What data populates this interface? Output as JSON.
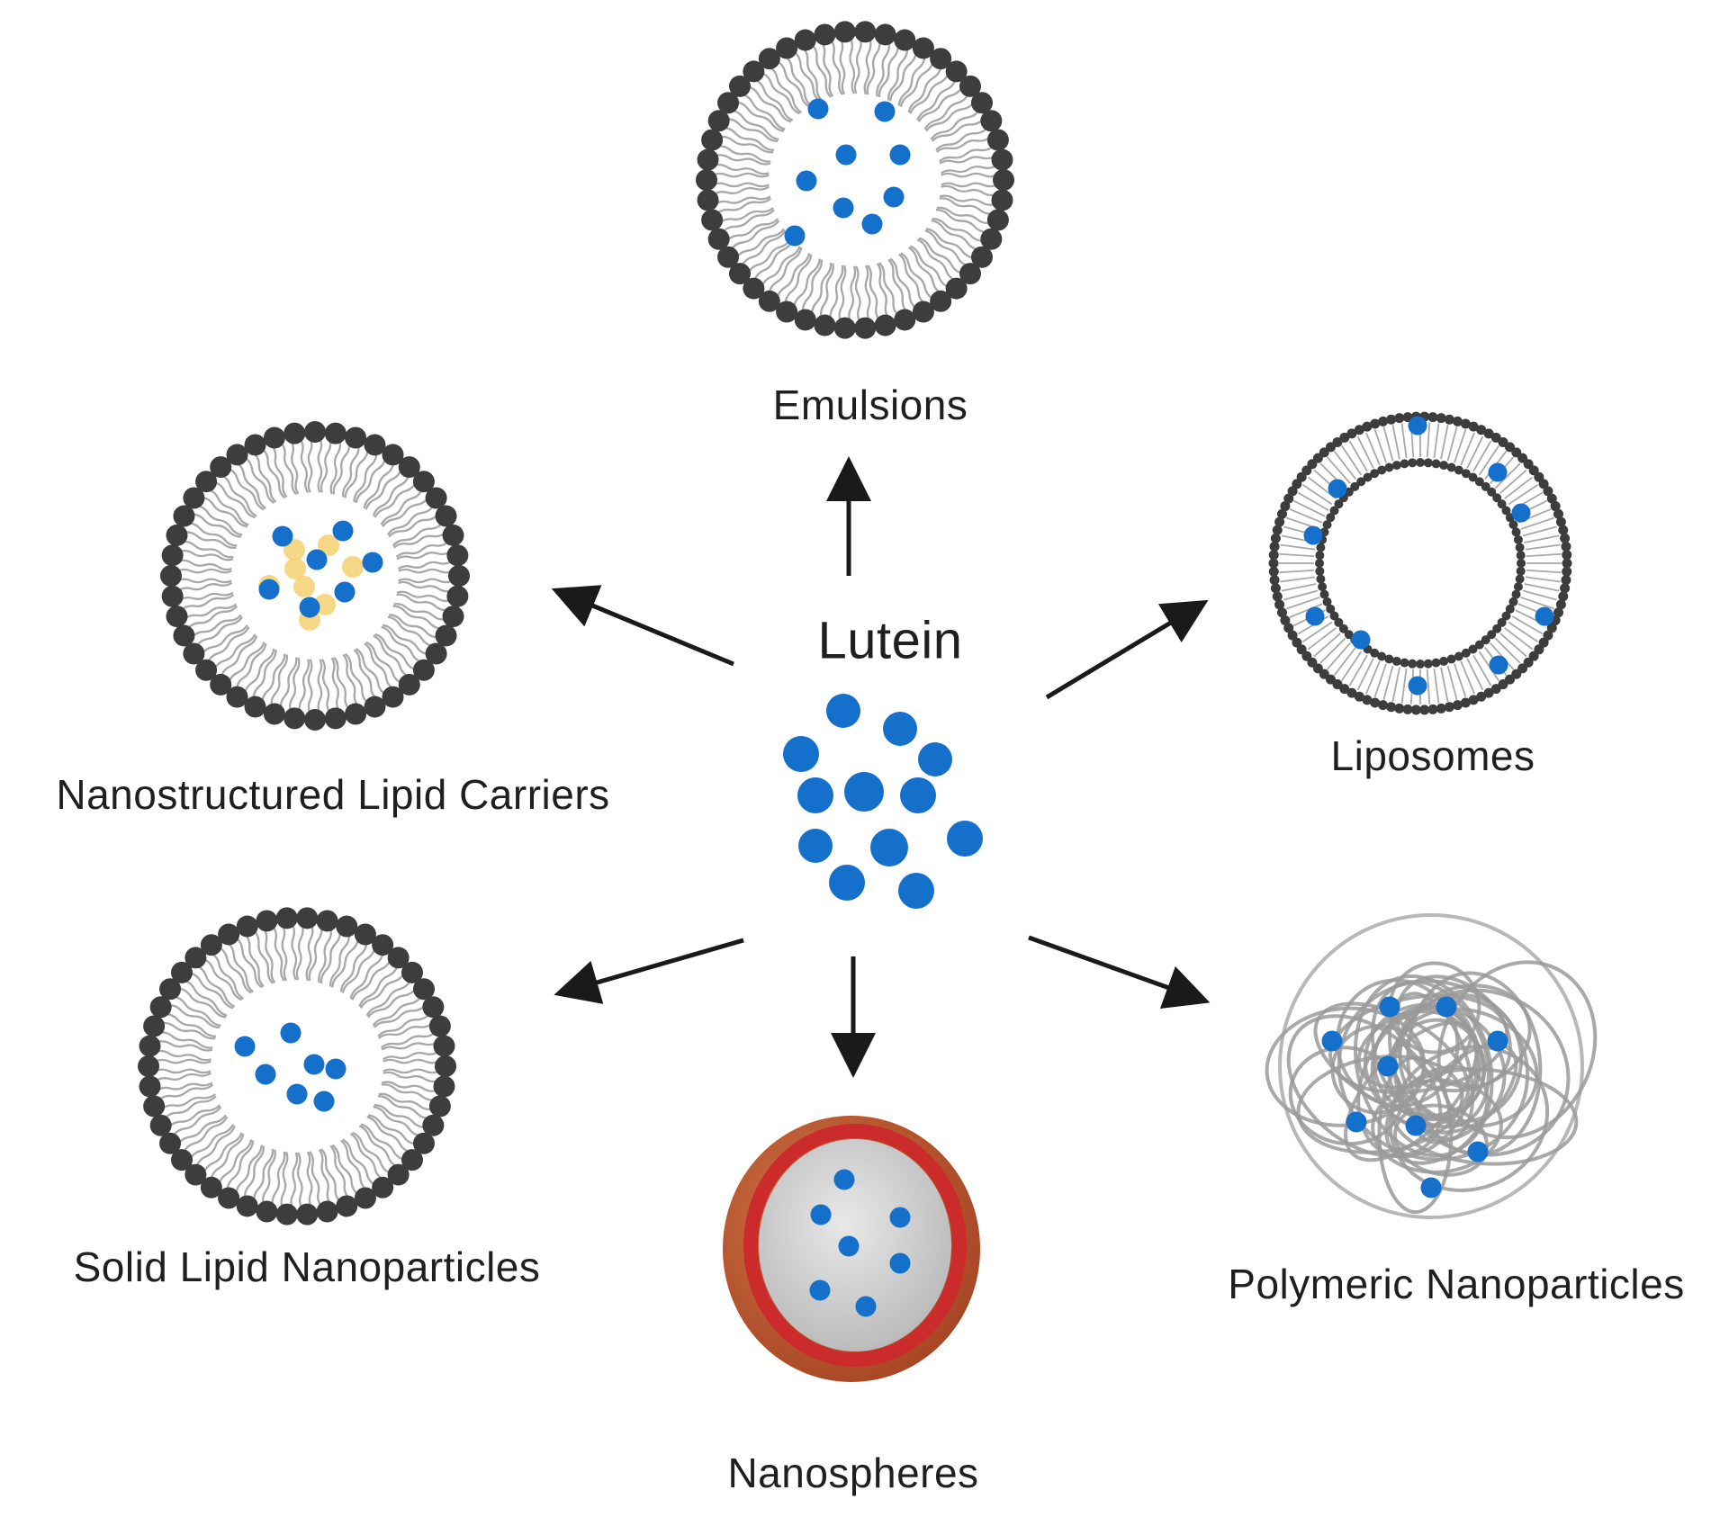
{
  "center": {
    "label": "Lutein"
  },
  "carriers": {
    "emulsions": "Emulsions",
    "nlc": "Nanostructured Lipid Carriers",
    "liposomes": "Liposomes",
    "sln": "Solid Lipid Nanoparticles",
    "nanospheres": "Nanospheres",
    "polymeric": "Polymeric Nanoparticles"
  },
  "colors": {
    "lutein_blue": "#1570cc",
    "lipid_head": "#3d3d3d",
    "lipid_tail": "#a8a8a8",
    "lipid_yellow": "#f5d070",
    "polymer": "#9a9a9a",
    "sphere_shell_red": "#cc2b2b",
    "sphere_outer": "#b2552e",
    "sphere_core": "#c8c8c8",
    "arrow": "#1a1a1a"
  },
  "icons": [
    "emulsion-micelle-icon",
    "nlc-micelle-icon",
    "liposome-bilayer-icon",
    "sln-micelle-icon",
    "nanosphere-icon",
    "polymer-coil-icon",
    "lutein-molecules-icon"
  ]
}
